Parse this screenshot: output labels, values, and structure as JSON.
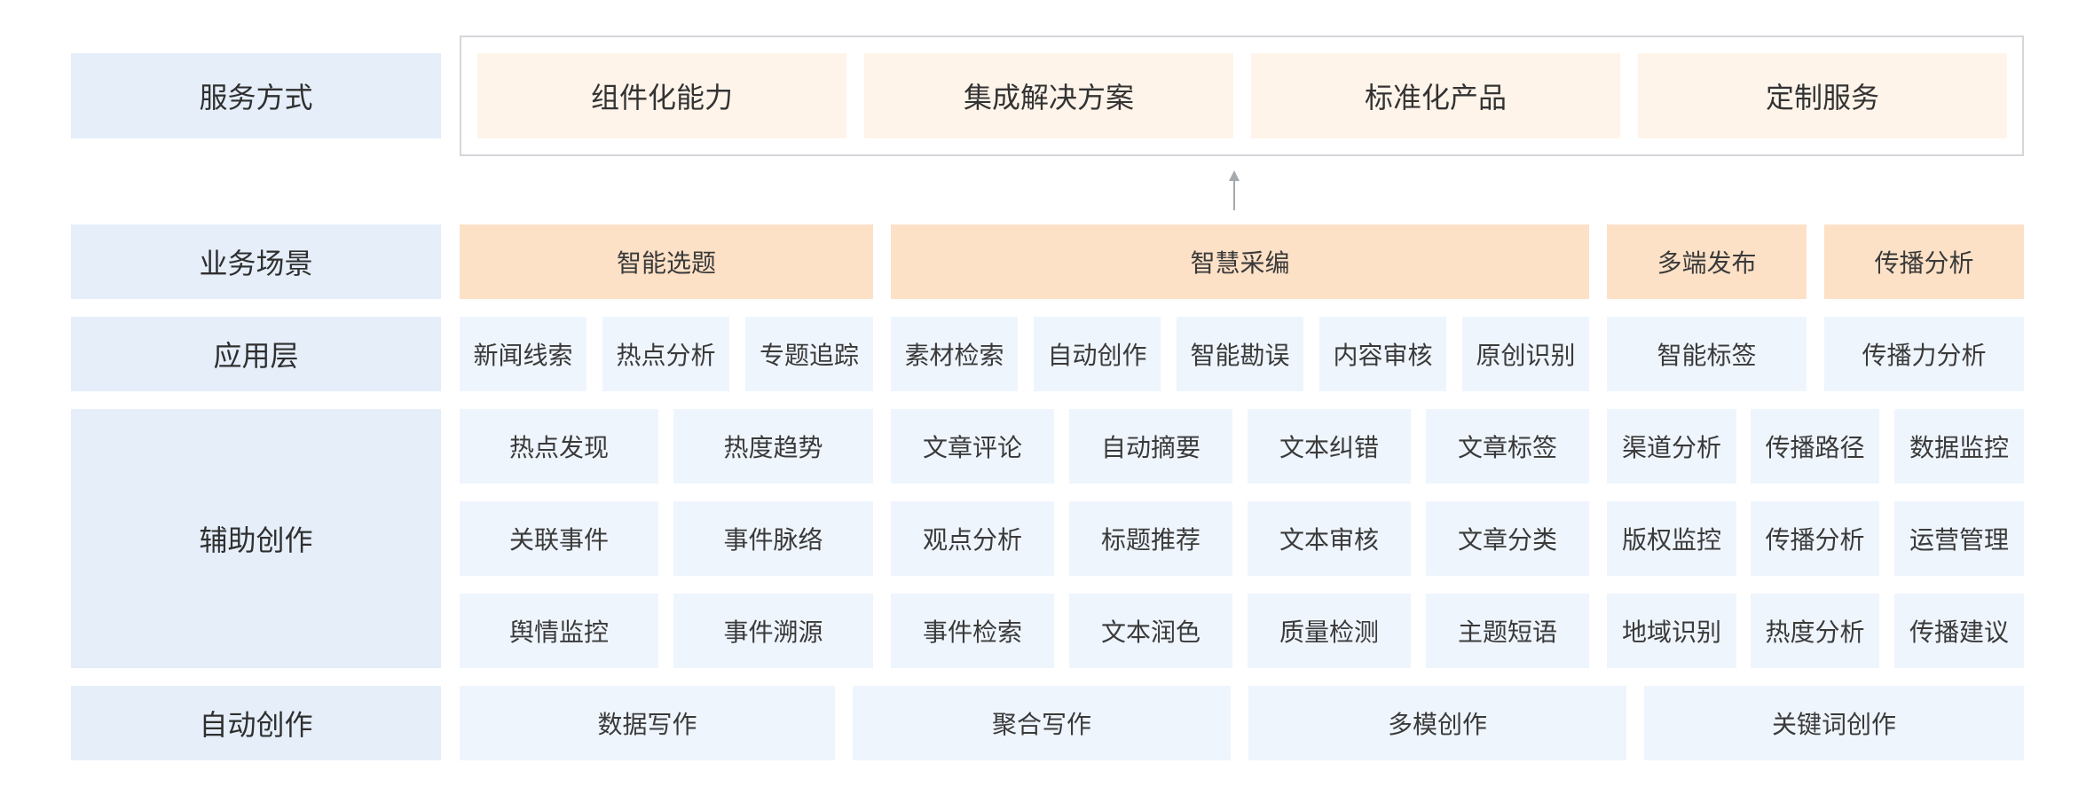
{
  "row_labels": {
    "service": "服务方式",
    "scene": "业务场景",
    "app": "应用层",
    "assist": "辅助创作",
    "auto": "自动创作"
  },
  "service_items": [
    "组件化能力",
    "集成解决方案",
    "标准化产品",
    "定制服务"
  ],
  "scenes": [
    "智能选题",
    "智慧采编",
    "多端发布",
    "传播分析"
  ],
  "app_items": [
    "新闻线索",
    "热点分析",
    "专题追踪",
    "素材检索",
    "自动创作",
    "智能勘误",
    "内容审核",
    "原创识别",
    "智能标签",
    "传播力分析"
  ],
  "assist_items": [
    [
      "热点发现",
      "热度趋势",
      "文章评论",
      "自动摘要",
      "文本纠错",
      "文章标签",
      "渠道分析",
      "传播路径",
      "数据监控"
    ],
    [
      "关联事件",
      "事件脉络",
      "观点分析",
      "标题推荐",
      "文本审核",
      "文章分类",
      "版权监控",
      "传播分析",
      "运营管理"
    ],
    [
      "舆情监控",
      "事件溯源",
      "事件检索",
      "文本润色",
      "质量检测",
      "主题短语",
      "地域识别",
      "热度分析",
      "传播建议"
    ]
  ],
  "auto_items": [
    "数据写作",
    "聚合写作",
    "多模创作",
    "关键词创作"
  ]
}
